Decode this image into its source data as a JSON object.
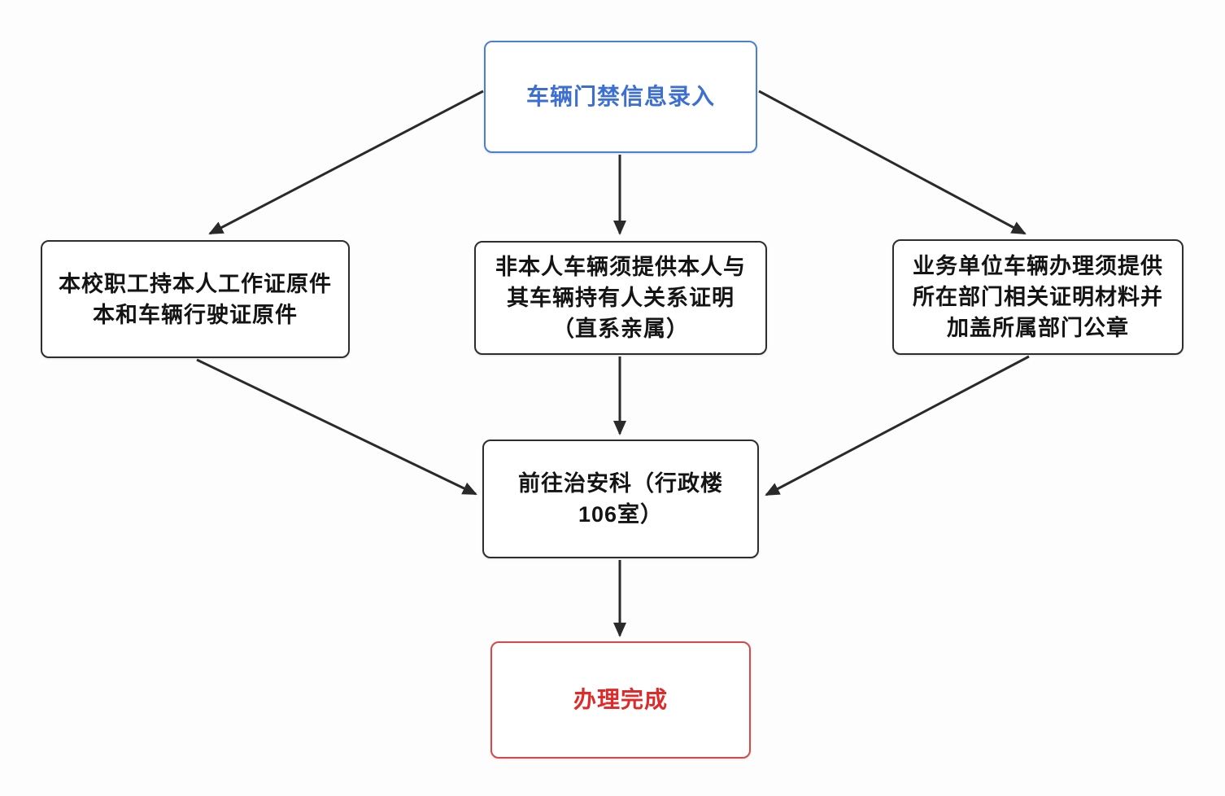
{
  "colors": {
    "accent-blue": "#3d6fd2",
    "accent-red": "#e02a2a",
    "node-border": "#2e2e2e",
    "node-text": "#141414",
    "arrow": "#2a2a2a",
    "background": "#fdfdfd"
  },
  "nodes": {
    "start": {
      "label": "车辆门禁信息录入"
    },
    "staff": {
      "lines": [
        "本校职工持本人工作证原件",
        "本和车辆行驶证原件"
      ]
    },
    "non_owner": {
      "lines": [
        "非本人车辆须提供本人与",
        "其车辆持有人关系证明",
        "（直系亲属）"
      ]
    },
    "business": {
      "lines": [
        "业务单位车辆办理须提供",
        "所在部门相关证明材料并",
        "加盖所属部门公章"
      ]
    },
    "office": {
      "lines": [
        "前往治安科（行政楼",
        "106室）"
      ]
    },
    "done": {
      "label": "办理完成"
    }
  }
}
